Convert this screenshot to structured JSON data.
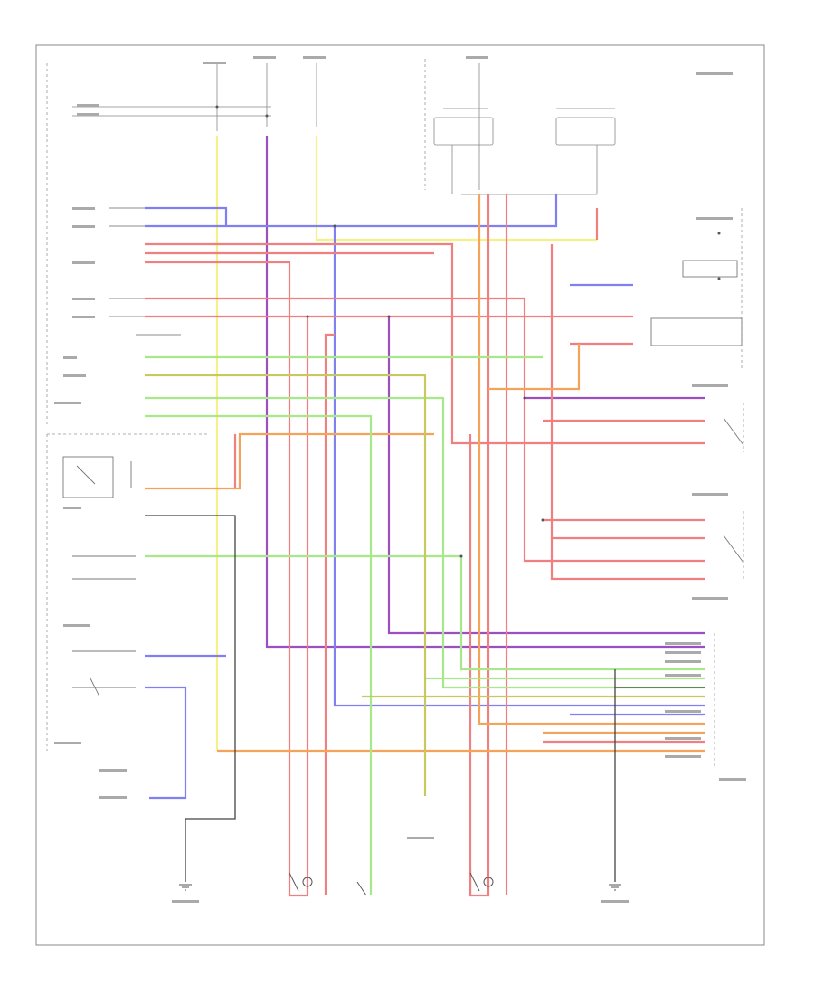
{
  "diagram": {
    "id_text": "",
    "components": [
      {
        "key": "combination_switch",
        "label": ""
      },
      {
        "key": "hazard_switch",
        "label": ""
      },
      {
        "key": "turn_signal_lamp_l",
        "label": ""
      },
      {
        "key": "turn_signal_lamp_r",
        "label": ""
      },
      {
        "key": "turn_signal_flasher",
        "label": ""
      },
      {
        "key": "instrument_cluster",
        "label": ""
      },
      {
        "key": "brake_switch",
        "label": ""
      },
      {
        "key": "ground_l",
        "label": ""
      },
      {
        "key": "ground_r",
        "label": ""
      }
    ],
    "wire_colors": {
      "yellow": "#f4f08a",
      "purple": "#9b4fc0",
      "red": "#f08080",
      "orange": "#f5a25a",
      "green": "#a8e88a",
      "olive": "#c8c860",
      "blue": "#8080f0",
      "black": "#333333"
    }
  }
}
